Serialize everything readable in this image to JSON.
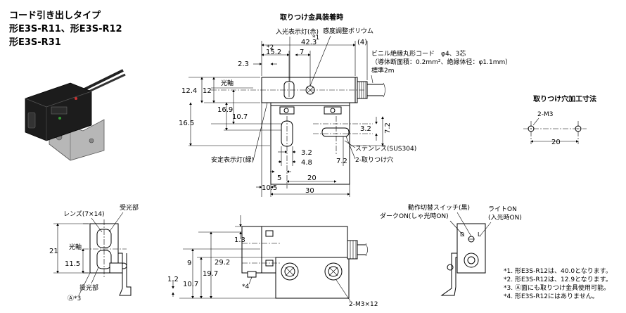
{
  "title": {
    "line1": "コード引き出しタイプ",
    "line2": "形E3S-R11、形E3S-R12",
    "line3": "形E3S-R31"
  },
  "top_view": {
    "heading": "取りつけ金具装着時",
    "label_light_indicator": "入光表示灯(赤)",
    "label_sensitivity": "感度調整ボリウム",
    "label_star1": "*1",
    "label_star2": "*2",
    "dim_42_3": "42.3",
    "dim_4": "(4)",
    "dim_15_2": "15.2",
    "dim_7": "7",
    "dim_2_3": "2.3",
    "cable_line1": "ビニル絶縁丸形コード　φ4、3芯",
    "cable_line2": "（導体断面積：0.2mm²、絶縁体径：φ1.1mm）",
    "cable_line3": "標準2m",
    "dim_12_4": "12.4",
    "dim_12": "12",
    "label_optical_axis": "光軸",
    "dim_16_9": "16.9",
    "dim_10_7": "10.7",
    "dim_16_5": "16.5",
    "dim_3_2": "3.2",
    "dim_7_2_right": "7.2",
    "label_stainless": "ステンレス(SUS304)",
    "label_stability": "安定表示灯(緑)",
    "dim_3_2_b": "3.2",
    "dim_4_8": "4.8",
    "dim_7_2_b": "7.2",
    "label_mount_holes": "2-取りつけ穴",
    "dim_5": "5",
    "dim_20": "20",
    "dim_10_5": "10.5",
    "dim_30": "30"
  },
  "mount_hole": {
    "heading": "取りつけ穴加工寸法",
    "label_m3": "2-M3",
    "dim_20": "20"
  },
  "left_view": {
    "label_lens": "レンズ(7×14)",
    "label_receiver": "受光部",
    "dim_21": "21",
    "label_optical_axis": "光軸",
    "dim_11_5": "11.5",
    "label_emitter": "投光部",
    "label_a3": "Ⓐ*3"
  },
  "side_view": {
    "dim_1_3": "1.3",
    "dim_9": "9",
    "dim_29_2": "29.2",
    "dim_19_7": "19.7",
    "dim_1_2": "1.2",
    "dim_10_7": "10.7",
    "label_star4": "*4",
    "label_m3x12": "2-M3×12"
  },
  "right_view": {
    "label_switch": "動作切替スイッチ(黒)",
    "label_dark": "ダークON(しゃ光時ON)",
    "label_light_on": "ライトON",
    "label_light_on_sub": "(入光時ON)",
    "letter_d": "D",
    "letter_l": "L"
  },
  "notes": [
    "*1. 形E3S-R12は、40.0となります。",
    "*2. 形E3S-R12は、12.9となります。",
    "*3. Ⓐ面にも取りつけ金具使用可能。",
    "*4. 形E3S-R12にはありません。"
  ]
}
